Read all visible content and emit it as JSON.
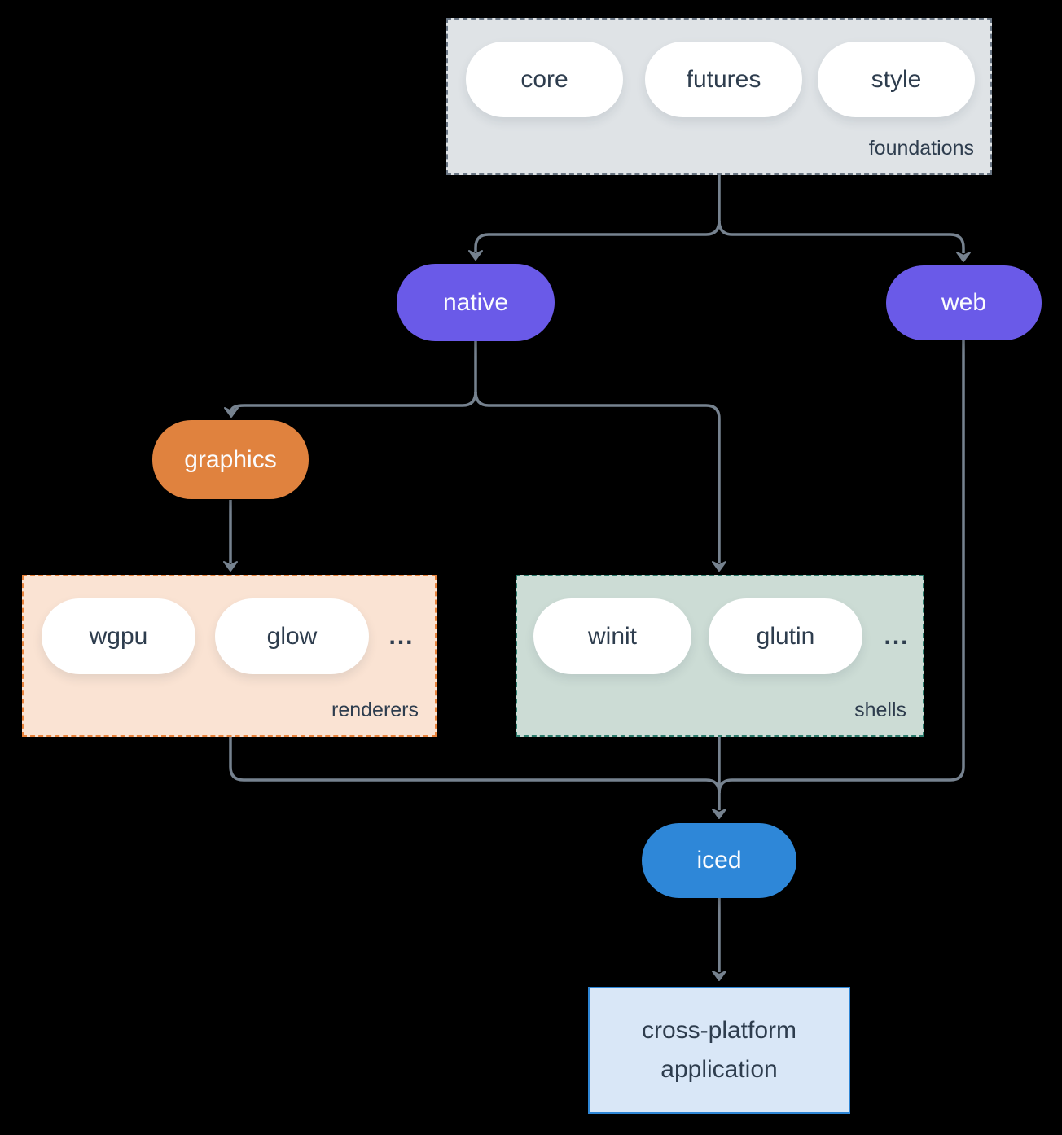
{
  "colors": {
    "background": "#000000",
    "connector": "#76828F",
    "text_dark": "#2E3D4E",
    "text_light": "#FBFCFE",
    "node_purple": "#6A5AE8",
    "node_orange": "#E0823E",
    "node_blue": "#2E87D8",
    "foundations_bg": "#DFE3E6",
    "foundations_border": "#6A7684",
    "renderers_bg": "#FAE3D3",
    "renderers_border": "#E8833C",
    "shells_bg": "#CCDCD5",
    "shells_border": "#2E7D6E",
    "application_bg": "#D9E7F7",
    "application_border": "#2E86D6"
  },
  "foundations": {
    "label": "foundations",
    "pills": [
      "core",
      "futures",
      "style"
    ]
  },
  "nodes": {
    "native": "native",
    "web": "web",
    "graphics": "graphics",
    "iced": "iced"
  },
  "renderers": {
    "label": "renderers",
    "pills": [
      "wgpu",
      "glow"
    ],
    "ellipsis": "..."
  },
  "shells": {
    "label": "shells",
    "pills": [
      "winit",
      "glutin"
    ],
    "ellipsis": "..."
  },
  "application": {
    "lines": [
      "cross-platform",
      "application"
    ]
  }
}
